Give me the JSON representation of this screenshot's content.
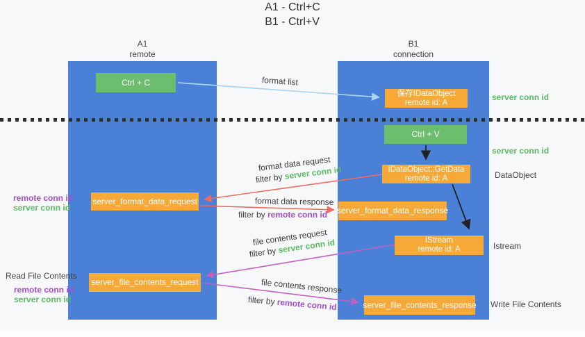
{
  "title": {
    "line1": "A1 - Ctrl+C",
    "line2": "B1 - Ctrl+V"
  },
  "columns": {
    "left": {
      "name": "A1",
      "role": "remote"
    },
    "right": {
      "name": "B1",
      "role": "connection"
    }
  },
  "nodes": {
    "ctrl_c": {
      "label": "Ctrl + C"
    },
    "ctrl_v": {
      "label": "Ctrl + V"
    },
    "save_dataobject": {
      "line1": "保存IDataObject",
      "line2": "remote id: A"
    },
    "getdata": {
      "line1": "IDataObject::GetData",
      "line2": "remote id: A"
    },
    "istream": {
      "line1": "IStream",
      "line2": "remote id: A"
    },
    "server_format_data_request": {
      "label": "server_format_data_request"
    },
    "server_format_data_response": {
      "label": "server_format_data_response"
    },
    "server_file_contents_request": {
      "label": "server_file_contents_request"
    },
    "server_file_contents_response": {
      "label": "server_file_contents_response"
    }
  },
  "flow_labels": {
    "format_list": "format list",
    "format_data_request": "format data request",
    "format_data_response": "format data response",
    "file_contents_request": "file contents request",
    "file_contents_response": "file contents response",
    "filter_by": "filter by ",
    "server_conn_id": "server conn id",
    "remote_conn_id": "remote conn id"
  },
  "annotations": {
    "right_top_server_conn_id": "server conn id",
    "right_mid_server_conn_id": "server conn id",
    "right_dataobject": "DataObject",
    "right_istream": "Istream",
    "right_write_file_contents": "Write File Contents",
    "left_read_file_contents": "Read File Contents",
    "left_remote_conn_id": "remote conn id",
    "left_server_conn_id": "server conn id"
  },
  "colors": {
    "column_blue": "#4a80d6",
    "box_green": "#6cbd6e",
    "box_orange": "#f7a937",
    "arrow_red": "#ee6c60",
    "arrow_magenta": "#c25fc2",
    "arrow_blue": "#a8d4f2",
    "text_green": "#5bbb63",
    "text_purple": "#a24fc9"
  }
}
